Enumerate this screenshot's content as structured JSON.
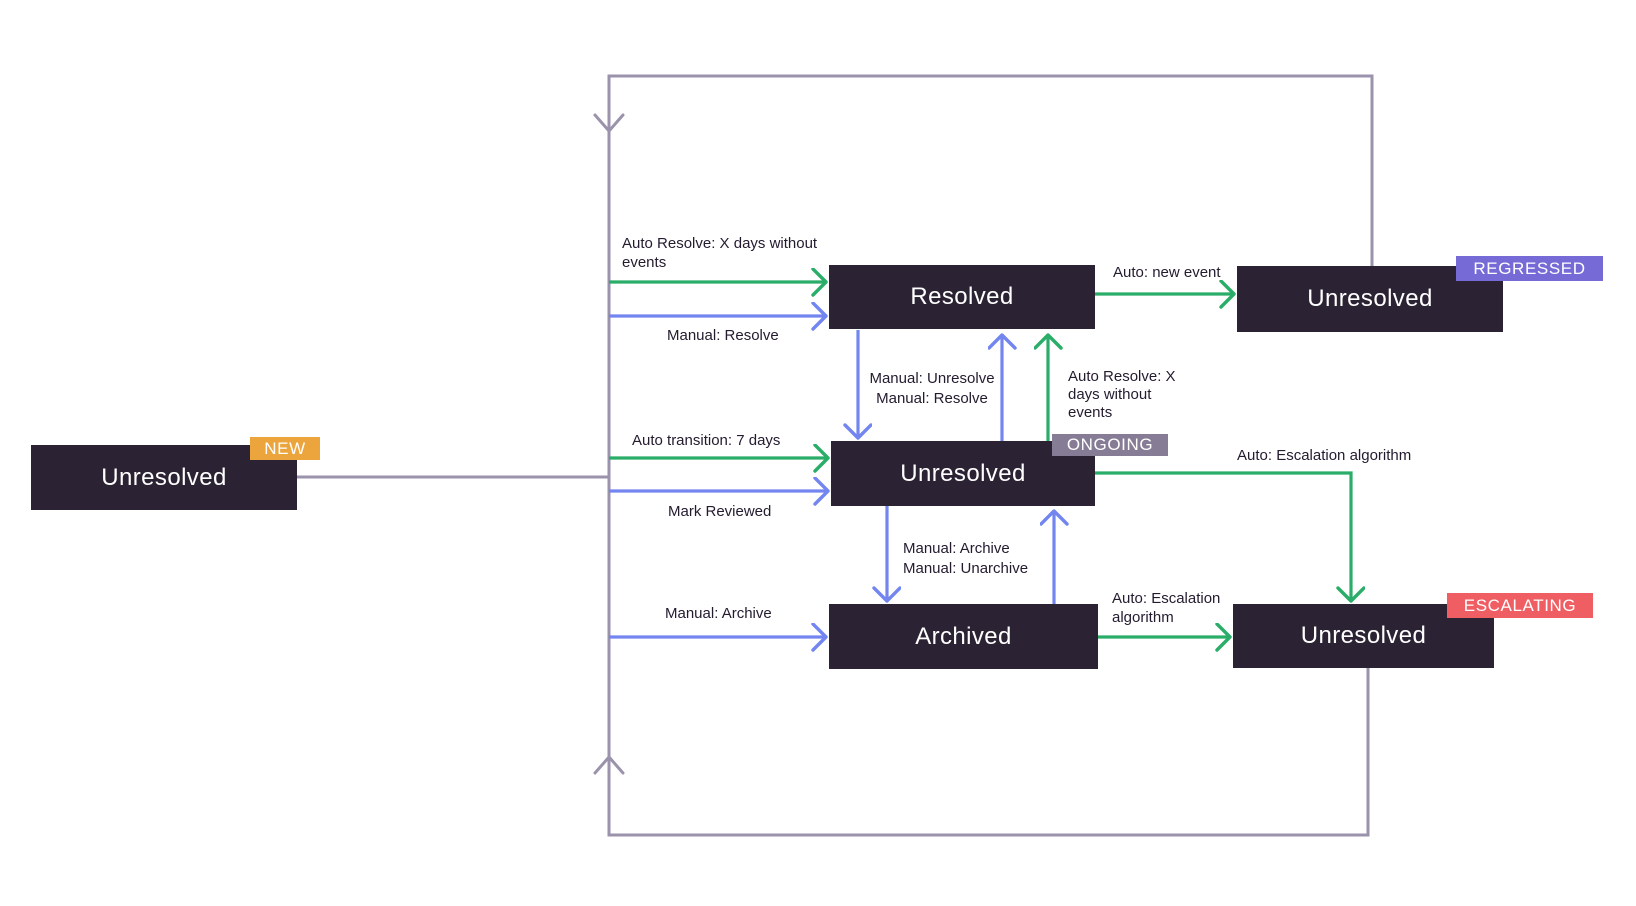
{
  "diagram": {
    "kind": "issue-state-transition-diagram"
  },
  "nodes": [
    {
      "id": "new",
      "label": "Unresolved",
      "badge": "NEW"
    },
    {
      "id": "resolved",
      "label": "Resolved"
    },
    {
      "id": "regressed",
      "label": "Unresolved",
      "badge": "REGRESSED"
    },
    {
      "id": "ongoing",
      "label": "Unresolved",
      "badge": "ONGOING"
    },
    {
      "id": "archived",
      "label": "Archived"
    },
    {
      "id": "escalating",
      "label": "Unresolved",
      "badge": "ESCALATING"
    }
  ],
  "edges": {
    "auto_resolve_to_resolved": "Auto Resolve: X days without events",
    "manual_resolve_to_resolved": "Manual: Resolve",
    "manual_unresolve": "Manual: Unresolve",
    "manual_resolve_mid": "Manual: Resolve",
    "auto_resolve_from_ongoing": "Auto Resolve: X days without events",
    "auto_new_event": "Auto: new event",
    "auto_transition": "Auto transition: 7 days",
    "mark_reviewed": "Mark Reviewed",
    "manual_archive": "Manual: Archive",
    "manual_unarchive": "Manual: Unarchive",
    "manual_archive_bottom": "Manual: Archive",
    "auto_escalation_from_ongoing": "Auto: Escalation algorithm",
    "auto_escalation_from_archived": "Auto: Escalation algorithm"
  },
  "colors": {
    "box_bg": "#2b2233",
    "box_text": "#ffffff",
    "label_text": "#241b2f",
    "green_arrow": "#2aad68",
    "blue_arrow": "#7385ef",
    "gray_loop": "#9b92ac",
    "badge_new": "#eca43c",
    "badge_ongoing": "#867c95",
    "badge_regressed": "#766bd6",
    "badge_escalating": "#ef5e63"
  }
}
